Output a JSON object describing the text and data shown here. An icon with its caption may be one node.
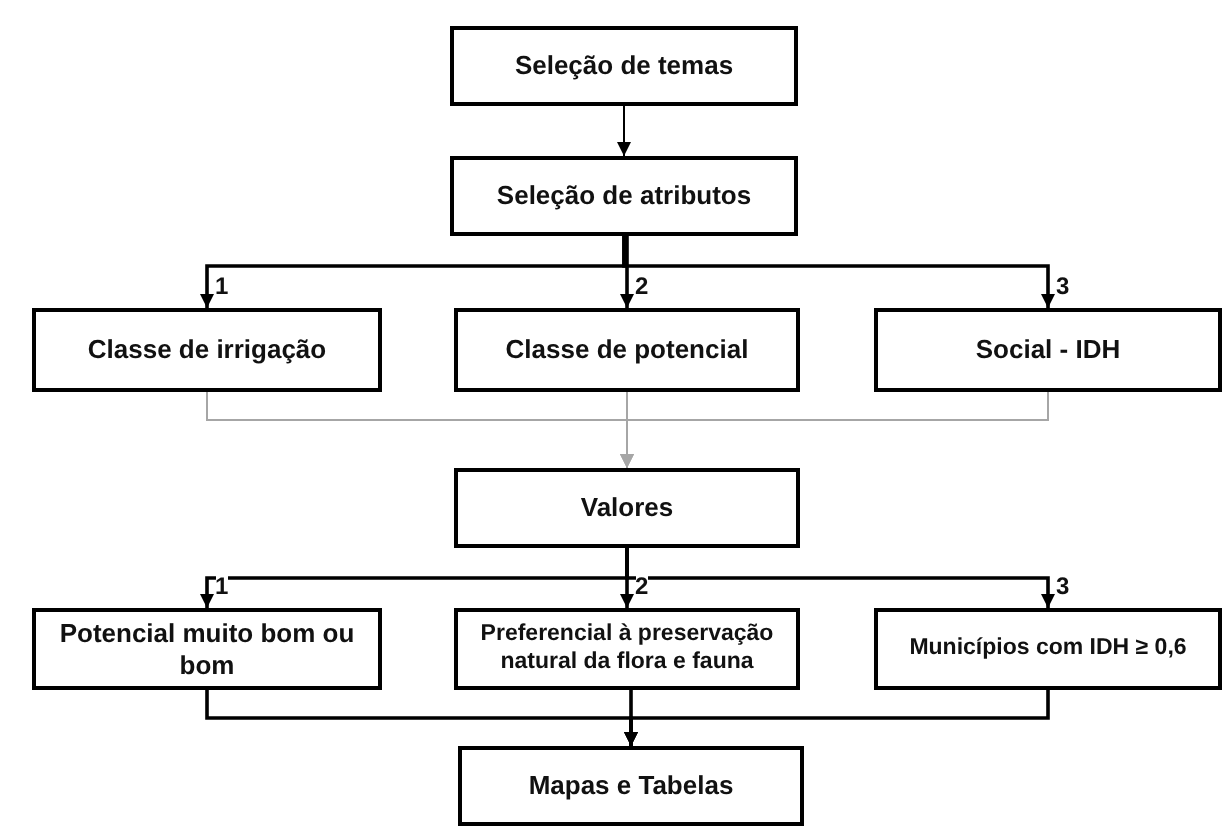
{
  "diagram": {
    "nodes": [
      {
        "text": [
          "Seleção de temas"
        ]
      },
      {
        "text": [
          "Seleção de atributos"
        ]
      },
      {
        "text": [
          "Classe de irrigação"
        ]
      },
      {
        "text": [
          "Classe de potencial"
        ]
      },
      {
        "text": [
          "Social - IDH"
        ]
      },
      {
        "text": [
          "Valores"
        ]
      },
      {
        "text": [
          "Potencial muito bom ou bom"
        ]
      },
      {
        "text": [
          "Preferencial à preservação natural da flora e fauna"
        ]
      },
      {
        "text": [
          "Municípios com IDH ≥ 0,6"
        ]
      },
      {
        "text": [
          "Mapas e Tabelas"
        ]
      }
    ],
    "edges": [
      {
        "from": 0,
        "to": 1,
        "arrow": "to"
      },
      {
        "from": 1,
        "to": 2,
        "arrow": "to",
        "label": "1"
      },
      {
        "from": 1,
        "to": 3,
        "arrow": "to",
        "label": "2"
      },
      {
        "from": 1,
        "to": 4,
        "arrow": "to",
        "label": "3"
      },
      {
        "from": 2,
        "to": 5,
        "arrow": "to",
        "color": "#a6a6a6"
      },
      {
        "from": 3,
        "to": 5,
        "arrow": "to",
        "color": "#a6a6a6"
      },
      {
        "from": 4,
        "to": 5,
        "arrow": "to",
        "color": "#a6a6a6"
      },
      {
        "from": 5,
        "to": 6,
        "arrow": "to",
        "label": "1"
      },
      {
        "from": 5,
        "to": 7,
        "arrow": "to",
        "label": "2"
      },
      {
        "from": 5,
        "to": 8,
        "arrow": "to",
        "label": "3"
      },
      {
        "from": 6,
        "to": 9,
        "arrow": "to"
      },
      {
        "from": 7,
        "to": 9,
        "arrow": "to"
      },
      {
        "from": 8,
        "to": 9,
        "arrow": "to"
      }
    ]
  }
}
